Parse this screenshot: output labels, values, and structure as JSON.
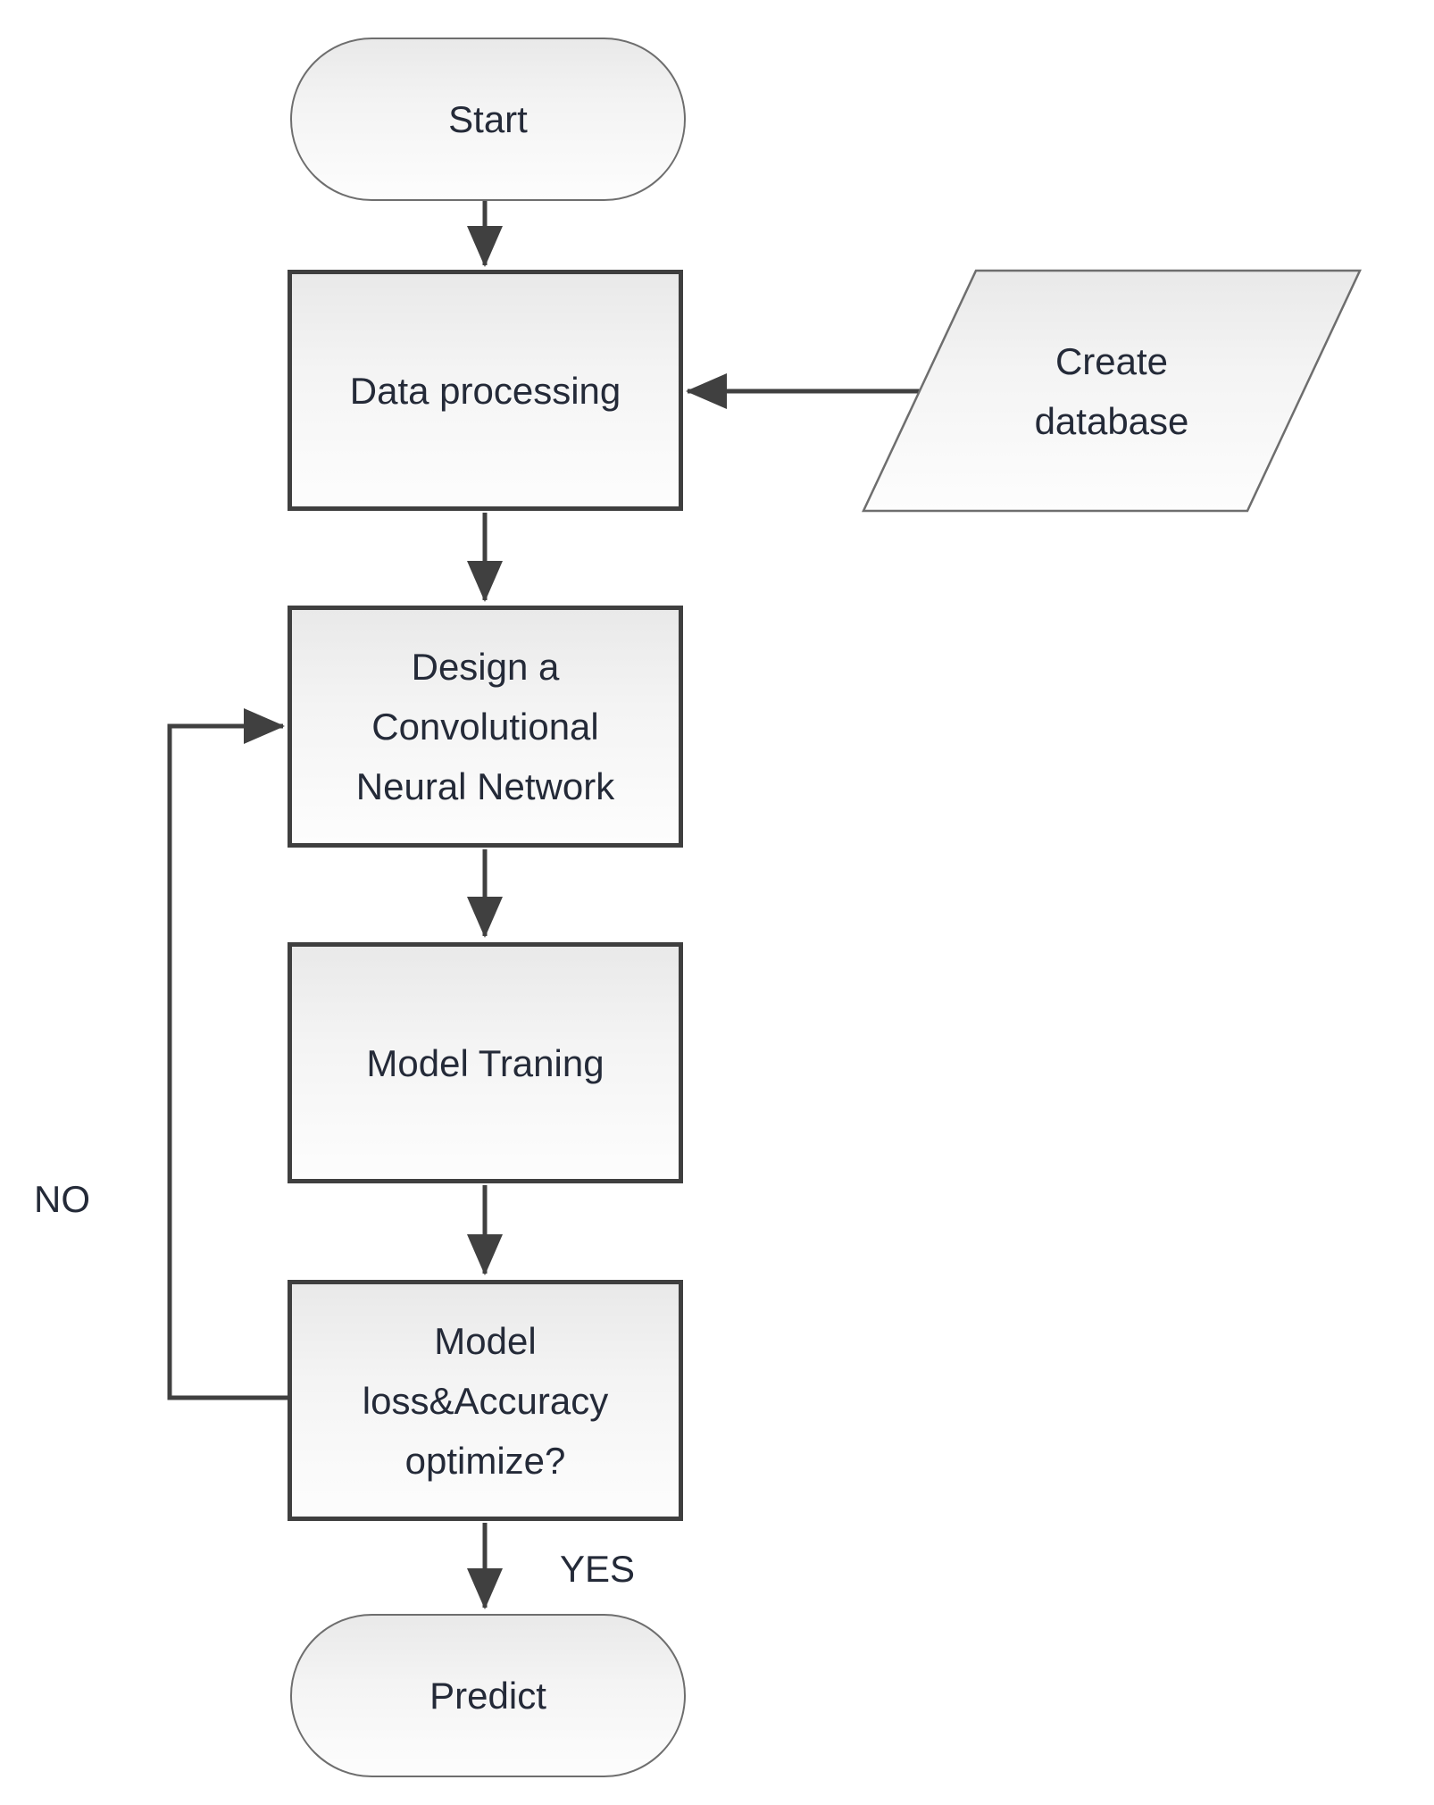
{
  "diagram": {
    "type": "flowchart",
    "background_color": "#ffffff",
    "text_color": "#242a38",
    "connector_color": "#404040",
    "process_border_color": "#3f3f3f",
    "terminator_border_color": "#6e6e6e",
    "fill_gradient": [
      "#e9e9e9",
      "#fdfdfd"
    ],
    "nodes": [
      {
        "id": "start",
        "shape": "terminator",
        "label": "Start",
        "lines": [
          "Start"
        ]
      },
      {
        "id": "data-processing",
        "shape": "process",
        "label": "Data processing",
        "lines": [
          "Data processing"
        ]
      },
      {
        "id": "create-database",
        "shape": "parallelogram",
        "label": "Create database",
        "lines": [
          "Create",
          "database"
        ]
      },
      {
        "id": "design-cnn",
        "shape": "process",
        "label": "Design a Convolutional Neural Network",
        "lines": [
          "Design a",
          "Convolutional",
          "Neural Network"
        ]
      },
      {
        "id": "model-training",
        "shape": "process",
        "label": "Model Traning",
        "lines": [
          "Model Traning"
        ]
      },
      {
        "id": "optimize-decision",
        "shape": "process",
        "label": "Model loss&Accuracy optimize?",
        "lines": [
          "Model",
          "loss&Accuracy",
          "optimize?"
        ]
      },
      {
        "id": "predict",
        "shape": "terminator",
        "label": "Predict",
        "lines": [
          "Predict"
        ]
      }
    ],
    "edges": [
      {
        "from": "start",
        "to": "data-processing",
        "label": ""
      },
      {
        "from": "create-database",
        "to": "data-processing",
        "label": ""
      },
      {
        "from": "data-processing",
        "to": "design-cnn",
        "label": ""
      },
      {
        "from": "design-cnn",
        "to": "model-training",
        "label": ""
      },
      {
        "from": "model-training",
        "to": "optimize-decision",
        "label": ""
      },
      {
        "from": "optimize-decision",
        "to": "design-cnn",
        "label": "NO"
      },
      {
        "from": "optimize-decision",
        "to": "predict",
        "label": "YES"
      }
    ]
  }
}
